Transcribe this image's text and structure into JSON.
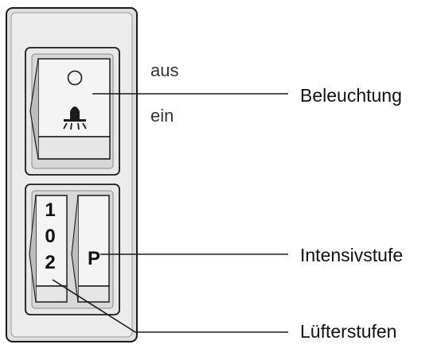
{
  "switch_panel": {
    "light_switch": {
      "states": {
        "off": "aus",
        "on": "ein"
      },
      "icons": [
        "circle-icon",
        "light-bulb-icon"
      ]
    },
    "fan_switch": {
      "positions": [
        "1",
        "0",
        "2"
      ]
    },
    "intensity_switch": {
      "label": "P"
    }
  },
  "callouts": {
    "lighting": "Beleuchtung",
    "intensity": "Intensivstufe",
    "fan_levels": "Lüfterstufen"
  },
  "colors": {
    "panel_frame": "#e4e4e4",
    "rocker_face": "#f1f1f1",
    "outline": "#1a1a1a",
    "shadow": "#b8b8b8"
  }
}
